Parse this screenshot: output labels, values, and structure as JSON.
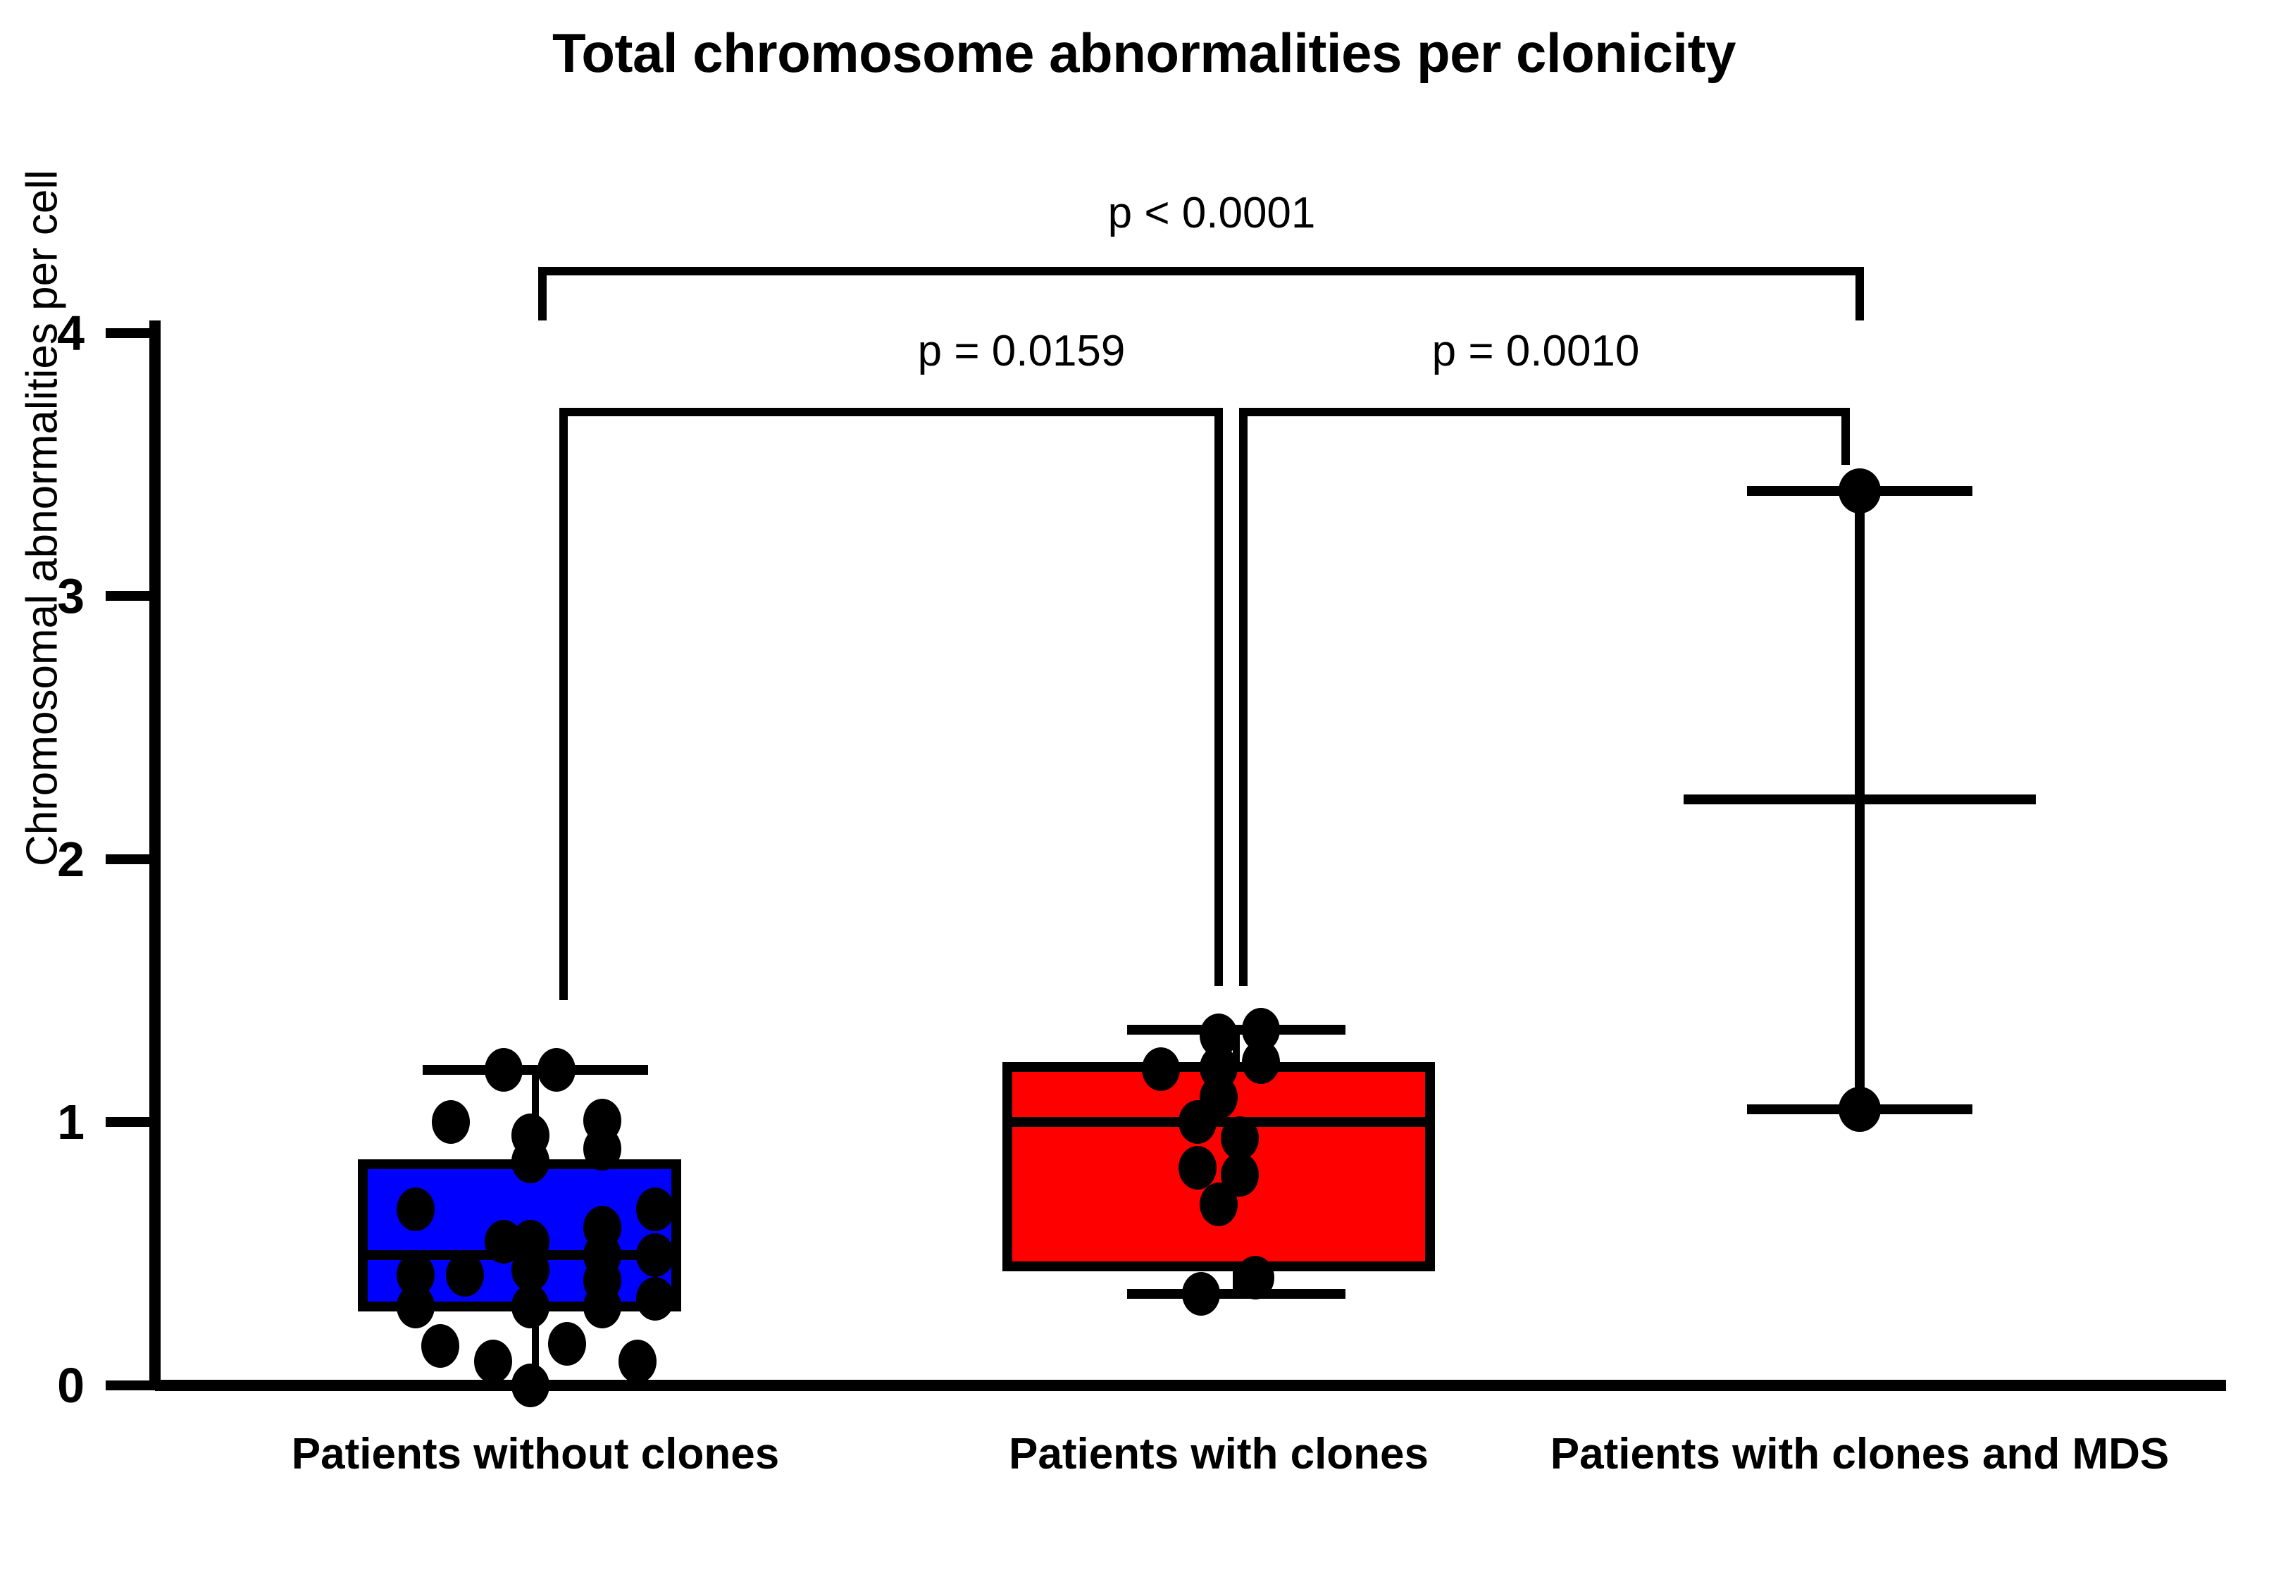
{
  "chart_data": {
    "type": "box",
    "title": "Total chromosome abnormalities per clonicity",
    "xlabel": "",
    "ylabel": "Chromosomal abnormalities per cell",
    "ylim": [
      0,
      4
    ],
    "yticks": [
      "0",
      "1",
      "2",
      "3",
      "4"
    ],
    "ytick_values": [
      0,
      1,
      2,
      3,
      4
    ],
    "grid": false,
    "legend": "none",
    "categories": [
      "Patients without clones",
      "Patients with clones",
      "Patients with clones and MDS"
    ],
    "boxes": [
      {
        "name": "Patients without clones",
        "color": "#0000FF",
        "whisker_low": 0.0,
        "q1": 0.3,
        "median": 0.5,
        "q3": 0.84,
        "whisker_high": 1.2,
        "points": [
          {
            "x": -0.12,
            "y": 1.2
          },
          {
            "x": 0.06,
            "y": 1.2
          },
          {
            "x": -0.3,
            "y": 1.0
          },
          {
            "x": 0.22,
            "y": 1.01
          },
          {
            "x": -0.02,
            "y": 0.95
          },
          {
            "x": 0.22,
            "y": 0.9
          },
          {
            "x": -0.02,
            "y": 0.85
          },
          {
            "x": -0.4,
            "y": 0.67
          },
          {
            "x": 0.41,
            "y": 0.67
          },
          {
            "x": -0.12,
            "y": 0.55
          },
          {
            "x": -0.02,
            "y": 0.55
          },
          {
            "x": 0.22,
            "y": 0.6
          },
          {
            "x": 0.22,
            "y": 0.5
          },
          {
            "x": 0.41,
            "y": 0.5
          },
          {
            "x": -0.4,
            "y": 0.42
          },
          {
            "x": -0.28,
            "y": 0.42
          },
          {
            "x": -0.02,
            "y": 0.44
          },
          {
            "x": 0.22,
            "y": 0.4
          },
          {
            "x": 0.41,
            "y": 0.33
          },
          {
            "x": -0.4,
            "y": 0.3
          },
          {
            "x": -0.02,
            "y": 0.3
          },
          {
            "x": 0.22,
            "y": 0.3
          },
          {
            "x": -0.32,
            "y": 0.15
          },
          {
            "x": 0.08,
            "y": 0.16
          },
          {
            "x": -0.14,
            "y": 0.09
          },
          {
            "x": 0.32,
            "y": 0.09
          },
          {
            "x": -0.02,
            "y": 0.0
          }
        ]
      },
      {
        "name": "Patients with clones",
        "color": "#FF0000",
        "whisker_low": 0.35,
        "q1": 0.76,
        "median": 1.0,
        "q3": 1.21,
        "whisker_high": 1.35,
        "points": [
          {
            "x": 0.02,
            "y": 1.33
          },
          {
            "x": 0.2,
            "y": 1.35
          },
          {
            "x": 0.02,
            "y": 1.22
          },
          {
            "x": 0.2,
            "y": 1.23
          },
          {
            "x": -0.15,
            "y": 1.2
          },
          {
            "x": 0.02,
            "y": 1.1
          },
          {
            "x": -0.04,
            "y": 1.0
          },
          {
            "x": 0.12,
            "y": 0.94
          },
          {
            "x": -0.04,
            "y": 0.83
          },
          {
            "x": 0.12,
            "y": 0.8
          },
          {
            "x": 0.02,
            "y": 0.69
          },
          {
            "x": 0.18,
            "y": 0.41
          },
          {
            "x": -0.02,
            "y": 0.35
          }
        ]
      },
      {
        "name": "Patients with clones and MDS",
        "color": "#FFFFFF",
        "whisker_low": 1.05,
        "q1": null,
        "median": 2.23,
        "q3": null,
        "whisker_high": 3.4,
        "points": [
          {
            "x": 0.0,
            "y": 3.4
          },
          {
            "x": 0.0,
            "y": 1.05
          }
        ]
      }
    ],
    "annotations": [
      {
        "label": "p < 0.0001",
        "from": "Patients without clones",
        "to": "Patients with clones and MDS"
      },
      {
        "label": "p = 0.0159",
        "from": "Patients without clones",
        "to": "Patients with clones"
      },
      {
        "label": "p = 0.0010",
        "from": "Patients with clones",
        "to": "Patients with clones and MDS"
      }
    ]
  },
  "colors": {
    "group1": "#0000FF",
    "group2": "#FF0000",
    "axis": "#000000",
    "points": "#000000",
    "background": "#FFFFFF"
  }
}
